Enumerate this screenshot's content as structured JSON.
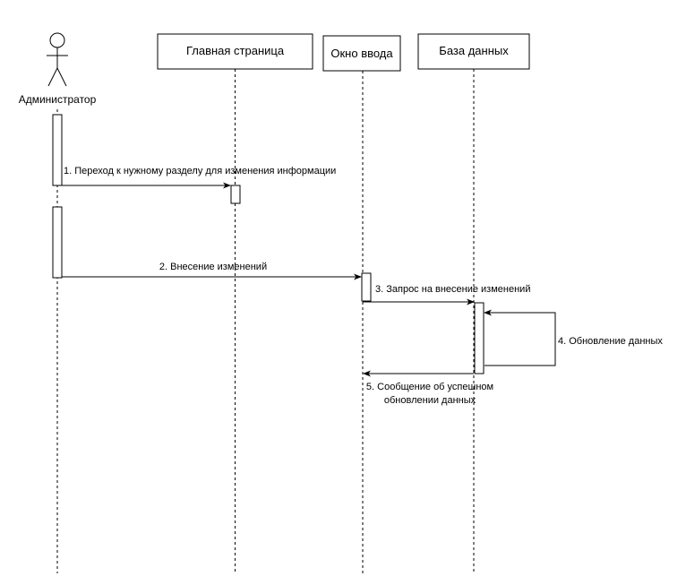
{
  "diagram": {
    "actor": {
      "label": "Администратор"
    },
    "lifelines": [
      {
        "label": "Главная страница"
      },
      {
        "label": "Окно ввода"
      },
      {
        "label": "База данных"
      }
    ],
    "messages": [
      {
        "label": "1. Переход к нужному разделу для изменения информации"
      },
      {
        "label": "2. Внесение изменений"
      },
      {
        "label": "3. Запрос на внесение изменений"
      },
      {
        "label": "4. Обновление данных"
      },
      {
        "label_line1": "5. Сообщение об успешном",
        "label_line2": "обновлении данных"
      }
    ]
  }
}
